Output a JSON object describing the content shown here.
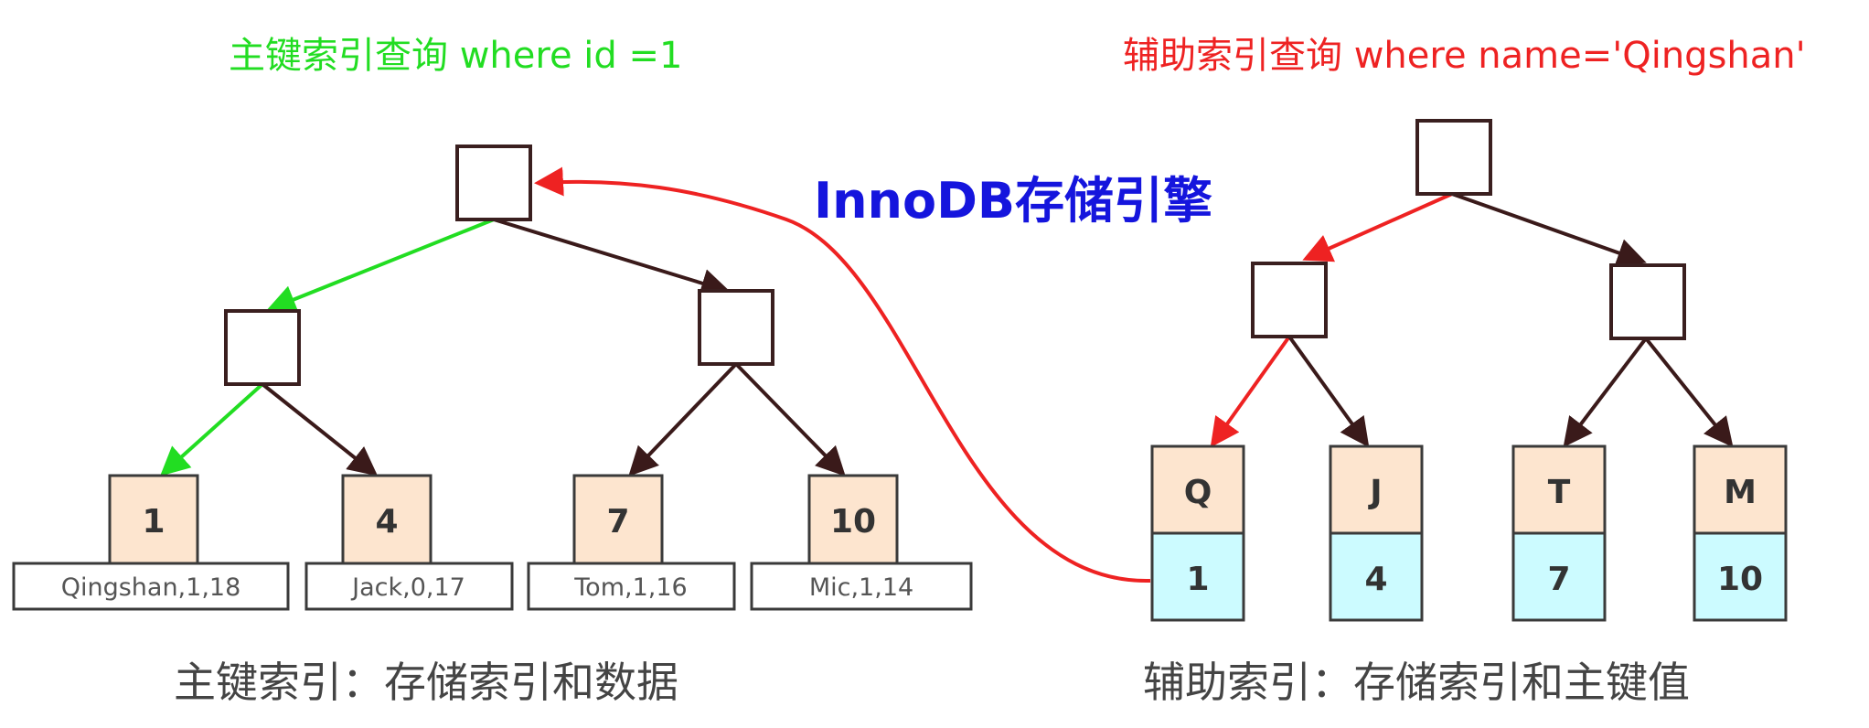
{
  "primary": {
    "query_title": "主键索引查询 where id =1",
    "caption": "主键索引：存储索引和数据",
    "leaves": [
      {
        "key": "1",
        "row": "Qingshan,1,18"
      },
      {
        "key": "4",
        "row": "Jack,0,17"
      },
      {
        "key": "7",
        "row": "Tom,1,16"
      },
      {
        "key": "10",
        "row": "Mic,1,14"
      }
    ]
  },
  "secondary": {
    "query_title": "辅助索引查询 where name='Qingshan'",
    "caption": "辅助索引：存储索引和主键值",
    "leaves": [
      {
        "key": "Q",
        "pk": "1"
      },
      {
        "key": "J",
        "pk": "4"
      },
      {
        "key": "T",
        "pk": "7"
      },
      {
        "key": "M",
        "pk": "10"
      }
    ]
  },
  "engine_label": "InnoDB存储引擎",
  "colors": {
    "search_path_primary": "#22dd22",
    "search_path_secondary": "#ee2222",
    "edge": "#3a1a1a",
    "key_fill": "#fde5cf",
    "pk_fill": "#ccfbff"
  }
}
